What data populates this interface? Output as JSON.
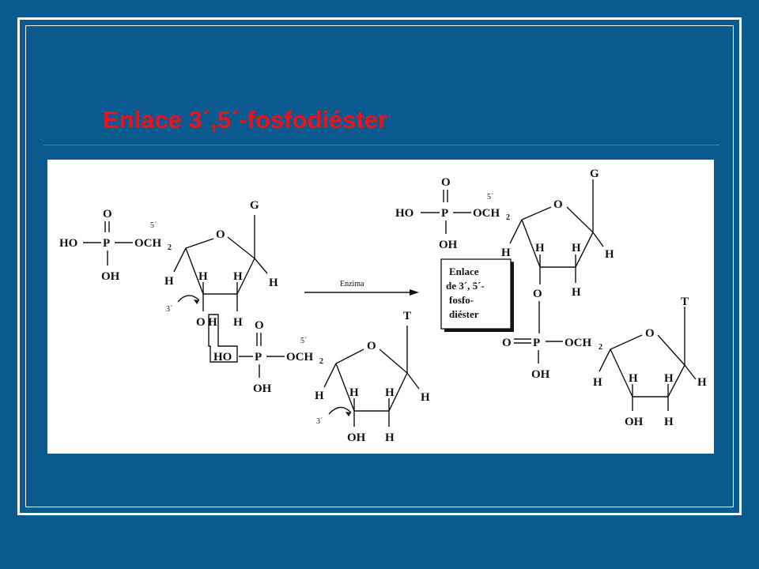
{
  "slide": {
    "title": "Enlace 3´,5´-fosfodiéster"
  },
  "reactant_top": {
    "phosphate_O": "O",
    "P": "P",
    "HO": "HO",
    "OH": "OH",
    "O_CH": "OCH",
    "sub2": "2",
    "pos5": "5´",
    "ring_O": "O",
    "base": "G",
    "H1": "H",
    "H2": "H",
    "H3": "H",
    "H4": "H",
    "H5": "H",
    "pos3": "3´",
    "O3": "O",
    "H3prime": "H"
  },
  "reactant_bottom": {
    "phosphate_O": "O",
    "P": "P",
    "HO": "HO",
    "OH": "OH",
    "O_CH": "OCH",
    "sub2": "2",
    "pos5": "5´",
    "ring_O": "O",
    "base": "T",
    "H1": "H",
    "H2": "H",
    "H3": "H",
    "H4": "H",
    "H5": "H",
    "pos3": "3´",
    "OH3": "OH"
  },
  "arrow": {
    "label": "Enzima"
  },
  "product_top": {
    "phosphate_O": "O",
    "P": "P",
    "HO": "HO",
    "OH": "OH",
    "O_CH": "OCH",
    "sub2": "2",
    "pos5": "5´",
    "ring_O": "O",
    "base": "G",
    "H1": "H",
    "H2": "H",
    "H3": "H",
    "H4": "H",
    "H5": "H",
    "bridge_O": "O"
  },
  "product_bottom": {
    "dbl_O": "O",
    "P": "P",
    "OH": "OH",
    "O_CH": "OCH",
    "sub2": "2",
    "ring_O": "O",
    "base": "T",
    "H1": "H",
    "H2": "H",
    "H3": "H",
    "H4": "H",
    "H5": "H",
    "OH3": "OH"
  },
  "label_box": {
    "lines": [
      "Enlace",
      "de 3´, 5´-",
      "fosfo-",
      "diéster"
    ]
  }
}
